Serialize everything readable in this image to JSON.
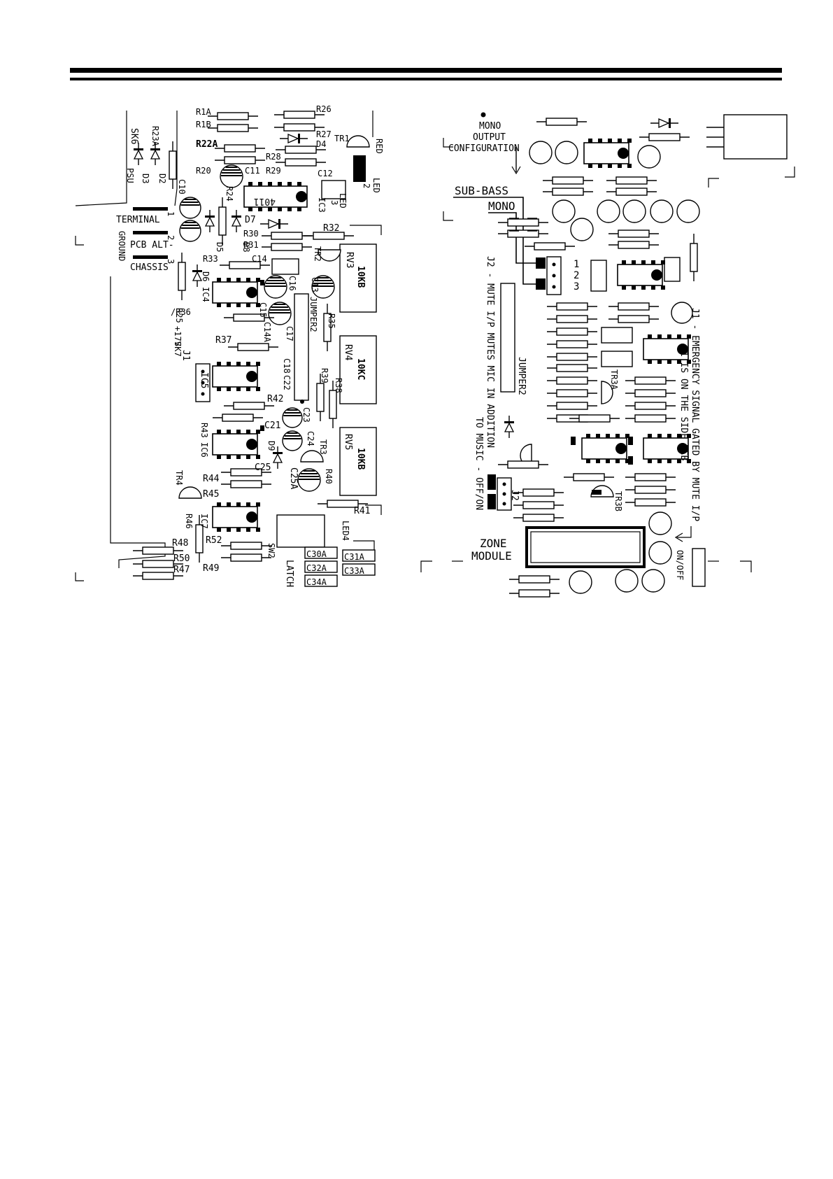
{
  "left_board": {
    "labels": {
      "sk6": "SK6",
      "r23a": "R23A",
      "d2": "D2",
      "d3": "D3",
      "psu": "PSU",
      "r1a": "R1A",
      "r1b": "R1B",
      "r22a": "R22A",
      "r20": "R20",
      "c10": "C10",
      "c11": "C11",
      "r26": "R26",
      "r27": "R27",
      "d4": "D4",
      "r28": "R28",
      "r29": "R29",
      "c12": "C12",
      "tr1": "TR1",
      "red": "RED",
      "led2": "LED",
      "led2_num": "2",
      "led3": "LED",
      "led3_num": "3",
      "ic3": "IC3",
      "ic3_part": "4011",
      "r24": "R24",
      "d5": "D5",
      "d8": "D8",
      "d7": "D7",
      "r30": "R30",
      "r31": "R31",
      "r32": "R32",
      "tr2": "TR2",
      "c14": "C14",
      "rv3": "RV3",
      "rv3_val": "10KB",
      "terminal": "TERMINAL",
      "pcb_alt": "PCB ALT-",
      "ground": "GROUND",
      "chassis": "CHASSIS",
      "n1": "1",
      "n2": "2",
      "n3": "3",
      "r33": "R33",
      "d6": "D6",
      "ic4": "IC4",
      "c15": "C15",
      "c16": "C16",
      "c13": "C13",
      "r35": "R35",
      "jumper2": "JUMPER2",
      "r25": "R25",
      "r36": "/R36",
      "v17": "+17V",
      "sk7": "SK7",
      "c14a": "C14A",
      "c17": "C17",
      "r37": "R37",
      "rv4": "RV4",
      "rv4_val": "10KC",
      "j1": "J1",
      "ic5": "IC5",
      "c18": "C18",
      "c22": "C22",
      "r39": "R39",
      "r38": "R38",
      "r42": "R42",
      "c23": "C23",
      "c21": "C21",
      "c24": "C24",
      "r43": "R43",
      "ic6": "IC6",
      "d9": "D9",
      "tr3": "TR3",
      "rv5": "RV5",
      "rv5_val": "10KB",
      "r40": "R40",
      "c25": "C25",
      "c25a": "C25A",
      "tr4": "TR4",
      "r44": "R44",
      "r45": "R45",
      "r41": "R41",
      "led4": "LED4",
      "r46": "R46",
      "ic7": "IC7",
      "r52": "R52",
      "sw2": "SW2",
      "latch": "LATCH",
      "r48": "R48",
      "r50": "R50",
      "r47": "R47",
      "r49": "R49",
      "c30a": "C30A",
      "c31a": "C31A",
      "c32a": "C32A",
      "c33a": "C33A",
      "c34a": "C34A"
    }
  },
  "right_board": {
    "labels": {
      "mono_output_1": "MONO",
      "mono_output_2": "OUTPUT",
      "mono_output_3": "CONFIGURATION",
      "sub_bass": "SUB-BASS",
      "mono": "MONO",
      "j2_n1": "1",
      "j2_n2": "2",
      "j2_n3": "3",
      "j2_note": "J2 - MUTE I/P MUTES MIC IN ADDITION",
      "j2_note2": "TO MUSIC - OFF/ON",
      "jumper2": "JUMPER2",
      "tr3a": "TR3A",
      "tr3b": "TR3B",
      "j2": "J2",
      "j1_note": "J1 - EMERGENCY SIGNAL GATED BY MUTE I/P",
      "j1_note2": "J1 IS ON THE SIDE PCB",
      "zone1": "ZONE",
      "zone2": "MODULE",
      "on_off": "ON/OFF"
    }
  }
}
